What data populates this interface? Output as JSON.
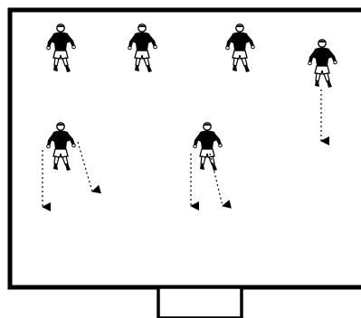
{
  "drill": {
    "pitch": {
      "line_color": "#000000",
      "fill_color": "#ffffff",
      "goal": "goal-box"
    },
    "players": [
      {
        "id": "p1",
        "role": "standing",
        "icon": "player-icon"
      },
      {
        "id": "p2",
        "role": "standing",
        "icon": "player-icon"
      },
      {
        "id": "p3",
        "role": "standing",
        "icon": "player-icon"
      },
      {
        "id": "p4",
        "role": "runner",
        "icon": "player-icon",
        "runs": [
          "straight-down"
        ]
      },
      {
        "id": "p5",
        "role": "runner",
        "icon": "player-icon",
        "runs": [
          "straight-down",
          "diagonal-right"
        ]
      },
      {
        "id": "p6",
        "role": "runner",
        "icon": "player-icon",
        "runs": [
          "straight-down",
          "diagonal-right"
        ]
      }
    ],
    "colors": {
      "shirt": "#000000",
      "shorts": "#ffffff",
      "skin": "#ffffff",
      "arrow": "#000000"
    }
  }
}
